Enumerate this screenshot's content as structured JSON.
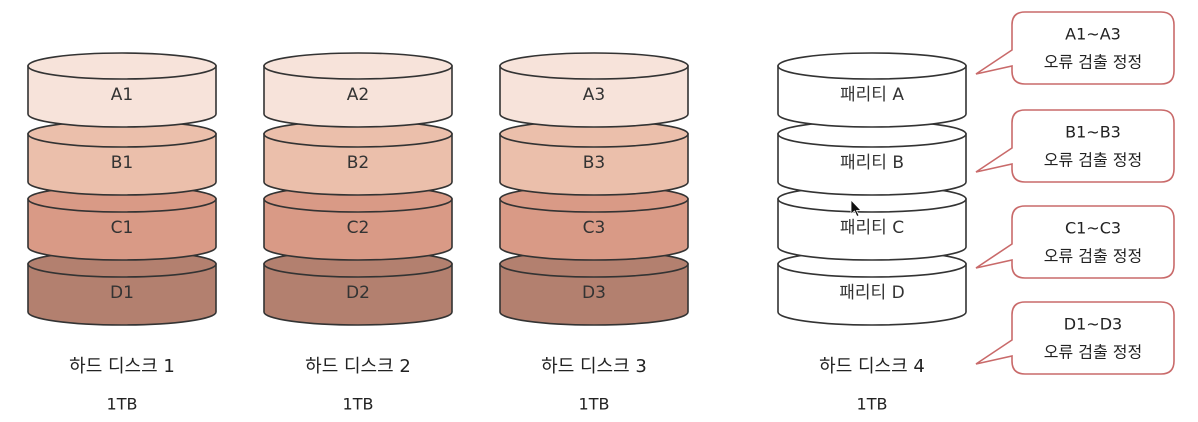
{
  "disks": [
    {
      "name": "하드 디스크 1",
      "capacity": "1TB",
      "segments": [
        {
          "label": "A1",
          "color": "#f7e3da"
        },
        {
          "label": "B1",
          "color": "#ebbfab"
        },
        {
          "label": "C1",
          "color": "#d99a86"
        },
        {
          "label": "D1",
          "color": "#b3806f"
        }
      ]
    },
    {
      "name": "하드 디스크 2",
      "capacity": "1TB",
      "segments": [
        {
          "label": "A2",
          "color": "#f7e3da"
        },
        {
          "label": "B2",
          "color": "#ebbfab"
        },
        {
          "label": "C2",
          "color": "#d99a86"
        },
        {
          "label": "D2",
          "color": "#b3806f"
        }
      ]
    },
    {
      "name": "하드 디스크 3",
      "capacity": "1TB",
      "segments": [
        {
          "label": "A3",
          "color": "#f7e3da"
        },
        {
          "label": "B3",
          "color": "#ebbfab"
        },
        {
          "label": "C3",
          "color": "#d99a86"
        },
        {
          "label": "D3",
          "color": "#b3806f"
        }
      ]
    },
    {
      "name": "하드 디스크 4",
      "capacity": "1TB",
      "segments": [
        {
          "label": "패리티 A",
          "color": "#ffffff"
        },
        {
          "label": "패리티 B",
          "color": "#ffffff"
        },
        {
          "label": "패리티 C",
          "color": "#ffffff"
        },
        {
          "label": "패리티 D",
          "color": "#ffffff"
        }
      ]
    }
  ],
  "callouts": [
    {
      "line1": "A1~A3",
      "line2": "오류 검출 정정"
    },
    {
      "line1": "B1~B3",
      "line2": "오류 검출 정정"
    },
    {
      "line1": "C1~C3",
      "line2": "오류 검출 정정"
    },
    {
      "line1": "D1~D3",
      "line2": "오류 검출 정정"
    }
  ],
  "colors": {
    "outline": "#333333",
    "callout_border": "#c96a6a",
    "text": "#222222"
  }
}
